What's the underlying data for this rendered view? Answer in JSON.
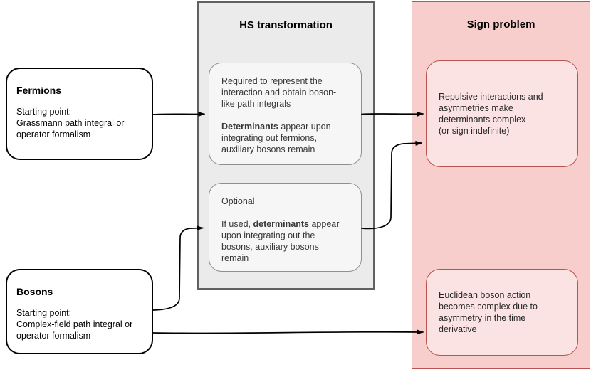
{
  "fermions": {
    "title": "Fermions",
    "body": "Starting point:\nGrassmann path integral or\noperator formalism"
  },
  "bosons": {
    "title": "Bosons",
    "body": "Starting point:\nComplex-field path integral or\noperator formalism"
  },
  "hs": {
    "title": "HS transformation",
    "box1": {
      "para1": "Required to represent the\ninteraction and obtain boson-\nlike path integrals",
      "para2_bold": "Determinants",
      "para2_rest": " appear upon\nintegrating out fermions,\nauxiliary bosons remain"
    },
    "box2": {
      "para1": "Optional",
      "para2_pre": "If used, ",
      "para2_bold": "determinants",
      "para2_rest": " appear\nupon integrating out the\nbosons, auxiliary bosons\nremain"
    }
  },
  "sign": {
    "title": "Sign problem",
    "box1": "Repulsive interactions and\nasymmetries make\ndeterminants complex\n(or sign indefinite)",
    "box2": "Euclidean boson action\nbecomes complex due to\nasymmetry in the time\nderivative"
  },
  "colors": {
    "gray-panel-fill": "#ebebeb",
    "gray-panel-stroke": "#616161",
    "gray-box-fill": "#f6f6f6",
    "gray-box-stroke": "#8f8f8f",
    "pink-panel-fill": "#f8cecc",
    "pink-box-fill": "#fae3e2",
    "pink-stroke": "#b85450",
    "arrow": "#000000"
  }
}
